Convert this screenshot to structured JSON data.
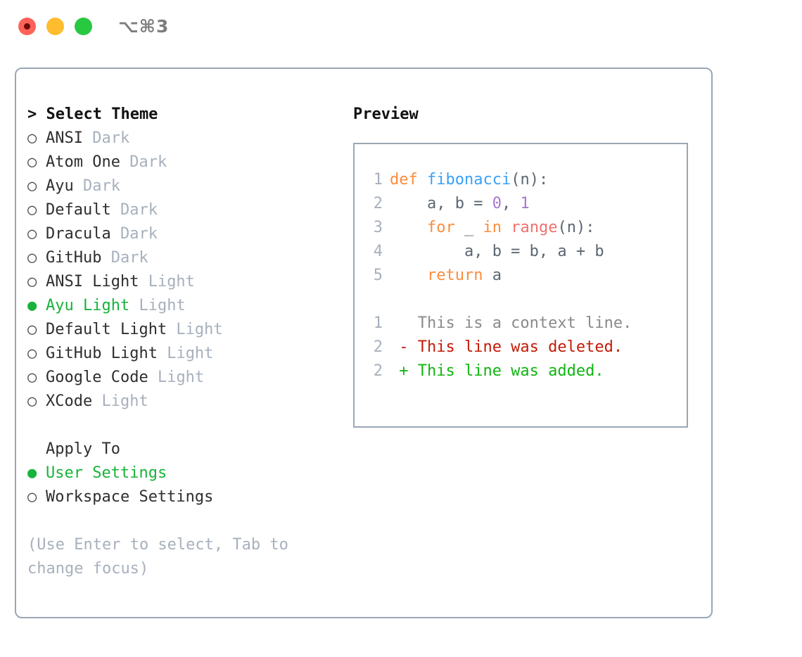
{
  "titlebar": {
    "shortcut": "⌥⌘3",
    "buttons": [
      {
        "name": "close",
        "color": "#fd6158"
      },
      {
        "name": "minimize",
        "color": "#febc2e"
      },
      {
        "name": "maximize",
        "color": "#28c840"
      }
    ]
  },
  "theme_picker": {
    "header": "> Select Theme",
    "bullet_unselected": "○ ",
    "bullet_selected": "● ",
    "items": [
      {
        "label": "ANSI",
        "tag": "Dark",
        "selected": false
      },
      {
        "label": "Atom One",
        "tag": "Dark",
        "selected": false
      },
      {
        "label": "Ayu",
        "tag": "Dark",
        "selected": false
      },
      {
        "label": "Default",
        "tag": "Dark",
        "selected": false
      },
      {
        "label": "Dracula",
        "tag": "Dark",
        "selected": false
      },
      {
        "label": "GitHub",
        "tag": "Dark",
        "selected": false
      },
      {
        "label": "ANSI Light",
        "tag": "Light",
        "selected": false
      },
      {
        "label": "Ayu Light",
        "tag": "Light",
        "selected": true
      },
      {
        "label": "Default Light",
        "tag": "Light",
        "selected": false
      },
      {
        "label": "GitHub Light",
        "tag": "Light",
        "selected": false
      },
      {
        "label": "Google Code",
        "tag": "Light",
        "selected": false
      },
      {
        "label": "XCode",
        "tag": "Light",
        "selected": false
      }
    ]
  },
  "apply_to": {
    "header": "Apply To",
    "items": [
      {
        "label": "User Settings",
        "selected": true
      },
      {
        "label": "Workspace Settings",
        "selected": false
      }
    ]
  },
  "hint": "(Use Enter to select, Tab to change focus)",
  "preview": {
    "title": "Preview",
    "code": [
      {
        "ln": "1",
        "tokens": [
          {
            "t": "def ",
            "c": "kw"
          },
          {
            "t": "fibonacci",
            "c": "fn"
          },
          {
            "t": "(n):",
            "c": "punc"
          }
        ]
      },
      {
        "ln": "2",
        "tokens": [
          {
            "t": "    a, b = ",
            "c": "var"
          },
          {
            "t": "0",
            "c": "num"
          },
          {
            "t": ", ",
            "c": "punc"
          },
          {
            "t": "1",
            "c": "num"
          }
        ]
      },
      {
        "ln": "3",
        "tokens": [
          {
            "t": "    ",
            "c": "var"
          },
          {
            "t": "for",
            "c": "kw"
          },
          {
            "t": " _ ",
            "c": "var"
          },
          {
            "t": "in",
            "c": "kw"
          },
          {
            "t": " ",
            "c": "var"
          },
          {
            "t": "range",
            "c": "bi"
          },
          {
            "t": "(n):",
            "c": "punc"
          }
        ]
      },
      {
        "ln": "4",
        "tokens": [
          {
            "t": "        a, b = b, a + b",
            "c": "var"
          }
        ]
      },
      {
        "ln": "5",
        "tokens": [
          {
            "t": "    ",
            "c": "var"
          },
          {
            "t": "return",
            "c": "kw"
          },
          {
            "t": " a",
            "c": "var"
          }
        ]
      }
    ],
    "diff": [
      {
        "ln": "1",
        "marker": "  ",
        "text": "This is a context line.",
        "kind": "ctx"
      },
      {
        "ln": "2",
        "marker": "- ",
        "text": "This line was deleted.",
        "kind": "del"
      },
      {
        "ln": "2",
        "marker": "+ ",
        "text": "This line was added.",
        "kind": "add"
      }
    ]
  },
  "colors": {
    "border": "#9aa7b4",
    "accent_green": "#18b33a",
    "muted": "#a7b0bd",
    "keyword": "#fa8d3e",
    "function": "#3aa0f5",
    "number": "#a37acc",
    "builtin": "#f07171",
    "text": "#5c6773",
    "diff_deleted": "#c31b06",
    "diff_added": "#11b411",
    "diff_context": "#8a8a8a"
  }
}
